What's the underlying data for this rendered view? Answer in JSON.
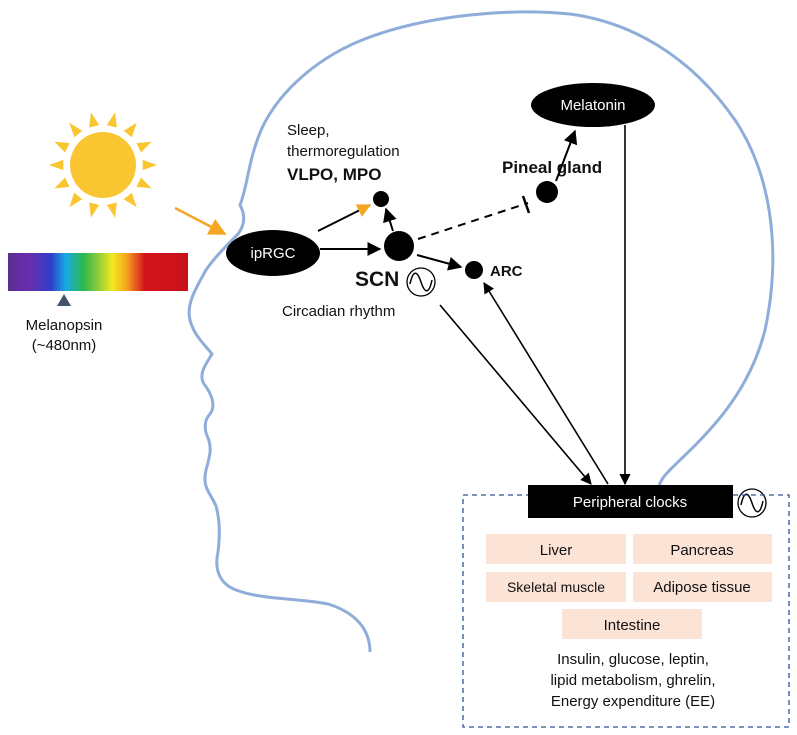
{
  "spectrum": {
    "label_line1": "Melanopsin",
    "label_line2": "(~480nm)"
  },
  "nodes": {
    "iprgc": "ipRGC",
    "melatonin": "Melatonin",
    "pineal_gland": "Pineal gland",
    "sleep_line1": "Sleep,",
    "sleep_line2": "thermoregulation",
    "vlpo_mpo": "VLPO, MPO",
    "scn": "SCN",
    "circadian_rhythm": "Circadian rhythm",
    "arc": "ARC"
  },
  "peripheral": {
    "title": "Peripheral clocks",
    "organs": {
      "liver": "Liver",
      "pancreas": "Pancreas",
      "skeletal_muscle": "Skeletal muscle",
      "adipose_tissue": "Adipose tissue",
      "intestine": "Intestine"
    },
    "outputs_line1": "Insulin, glucose, leptin,",
    "outputs_line2": "lipid metabolism, ghrelin,",
    "outputs_line3": "Energy expenditure (EE)"
  },
  "colors": {
    "head_outline": "#8FADD9",
    "sun": "#F9C531",
    "light_arrow": "#F5A623",
    "peripheral_border": "#2F5597",
    "organ_box": "#FBE3D6",
    "node": "#000000",
    "spectrum_marker": "#44546A"
  }
}
